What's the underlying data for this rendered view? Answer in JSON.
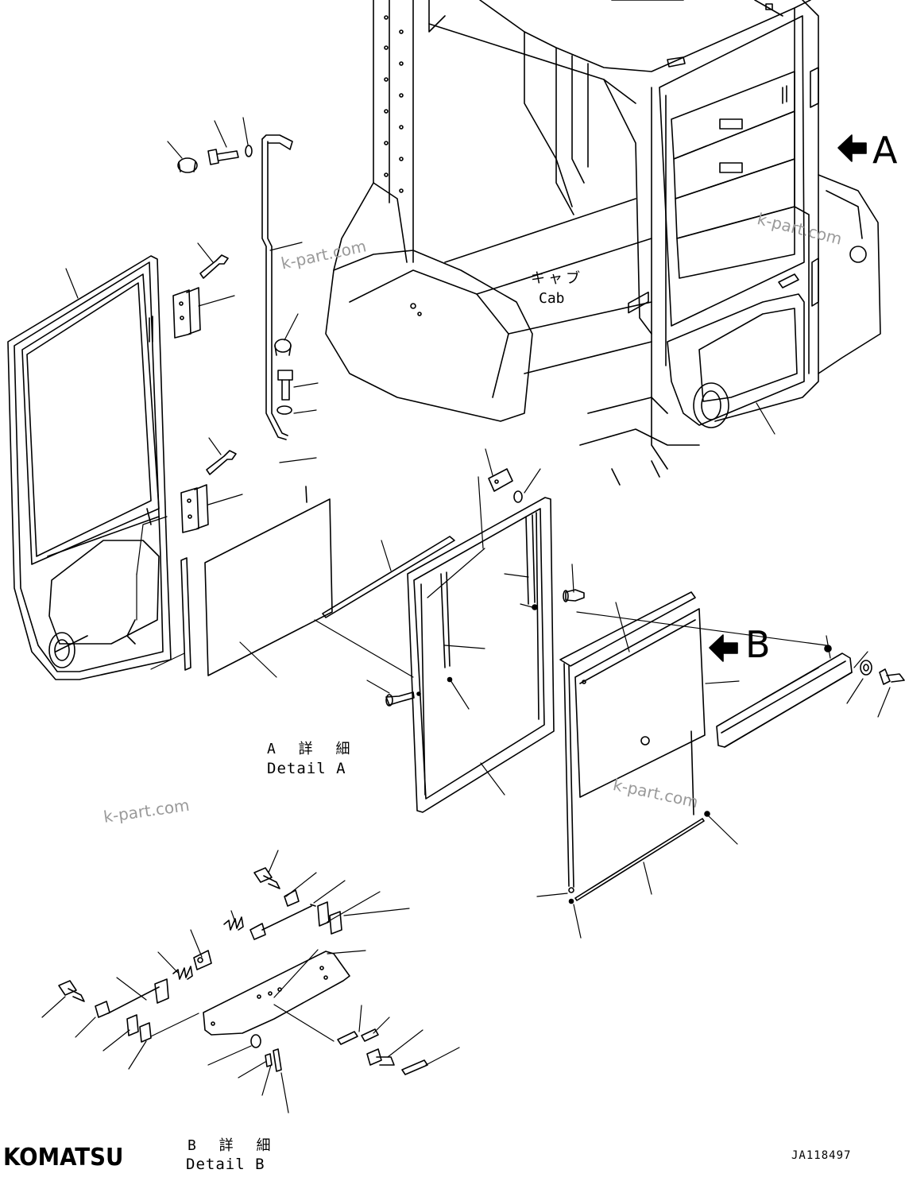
{
  "labels": {
    "cab_ja": "キャブ",
    "cab_en": "Cab",
    "detail_a_ja": "A 詳 細",
    "detail_a_en": "Detail A",
    "detail_b_ja": "B 詳 細",
    "detail_b_en": "Detail B",
    "view_a": "A",
    "view_b": "B",
    "drawing_number": "JA118497",
    "brand": "KOMATSU"
  },
  "watermarks": [
    "k-part.com",
    "k-part.com",
    "k-part.com",
    "k-part.com"
  ],
  "colors": {
    "ink": "#000000",
    "paper": "#ffffff",
    "watermark": "#9a9a9a"
  },
  "icons": [
    "arrow-left-icon-a",
    "arrow-left-icon-b"
  ]
}
